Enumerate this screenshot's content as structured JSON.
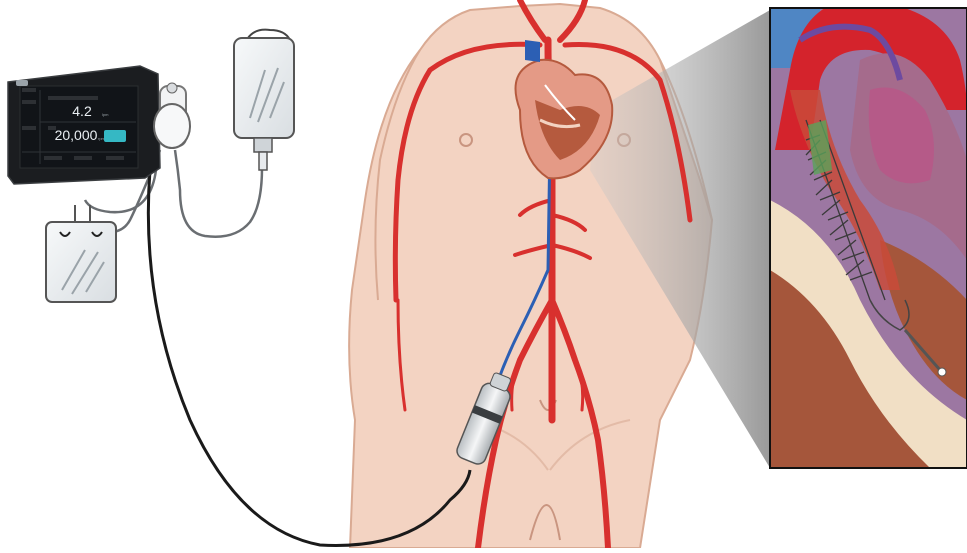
{
  "console": {
    "flow_value": "4.2",
    "flow_unit": "lpm",
    "speed_value": "20,000",
    "speed_unit": "rpm",
    "screen_bg": "#111418",
    "accent": "#35b8c4"
  },
  "colors": {
    "skin": "#f3d3c2",
    "skin_edge": "#d9aa93",
    "artery": "#d8302e",
    "vein_blue": "#2c5fb4",
    "heart_muscle": "#b55a3e",
    "heart_outer": "#e49a86",
    "aorta_inset": "#d4232c",
    "inset_bg": "#9c77a2",
    "catheter": "#1a1a1a",
    "bag_fill": "#eef1f3"
  }
}
